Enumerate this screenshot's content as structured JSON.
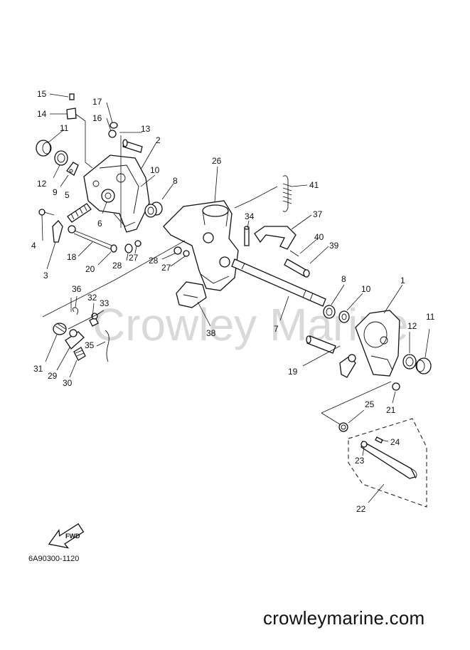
{
  "watermark": "Crowley Marine",
  "drawing_code": "6A90300-1120",
  "fwd_label": "FWD",
  "website": "crowleymarine.com",
  "callouts": [
    {
      "id": "c15",
      "label": "15"
    },
    {
      "id": "c14",
      "label": "14"
    },
    {
      "id": "c17",
      "label": "17"
    },
    {
      "id": "c16",
      "label": "16"
    },
    {
      "id": "c11a",
      "label": "11"
    },
    {
      "id": "c13",
      "label": "13"
    },
    {
      "id": "c2",
      "label": "2"
    },
    {
      "id": "c12a",
      "label": "12"
    },
    {
      "id": "c9",
      "label": "9"
    },
    {
      "id": "c10a",
      "label": "10"
    },
    {
      "id": "c26",
      "label": "26"
    },
    {
      "id": "c8a",
      "label": "8"
    },
    {
      "id": "c41",
      "label": "41"
    },
    {
      "id": "c5",
      "label": "5"
    },
    {
      "id": "c37",
      "label": "37"
    },
    {
      "id": "c34",
      "label": "34"
    },
    {
      "id": "c4",
      "label": "4"
    },
    {
      "id": "c6",
      "label": "6"
    },
    {
      "id": "c40",
      "label": "40"
    },
    {
      "id": "c39",
      "label": "39"
    },
    {
      "id": "c18",
      "label": "18"
    },
    {
      "id": "c20",
      "label": "20"
    },
    {
      "id": "c27a",
      "label": "27"
    },
    {
      "id": "c28a",
      "label": "28"
    },
    {
      "id": "c28b",
      "label": "28"
    },
    {
      "id": "c27b",
      "label": "27"
    },
    {
      "id": "c3",
      "label": "3"
    },
    {
      "id": "c1",
      "label": "1"
    },
    {
      "id": "c8b",
      "label": "8"
    },
    {
      "id": "c36",
      "label": "36"
    },
    {
      "id": "c10b",
      "label": "10"
    },
    {
      "id": "c32",
      "label": "32"
    },
    {
      "id": "c33",
      "label": "33"
    },
    {
      "id": "c7",
      "label": "7"
    },
    {
      "id": "c38",
      "label": "38"
    },
    {
      "id": "c12b",
      "label": "12"
    },
    {
      "id": "c11b",
      "label": "11"
    },
    {
      "id": "c35",
      "label": "35"
    },
    {
      "id": "c31",
      "label": "31"
    },
    {
      "id": "c29",
      "label": "29"
    },
    {
      "id": "c30",
      "label": "30"
    },
    {
      "id": "c19",
      "label": "19"
    },
    {
      "id": "c21",
      "label": "21"
    },
    {
      "id": "c25",
      "label": "25"
    },
    {
      "id": "c24",
      "label": "24"
    },
    {
      "id": "c23",
      "label": "23"
    },
    {
      "id": "c22",
      "label": "22"
    }
  ]
}
